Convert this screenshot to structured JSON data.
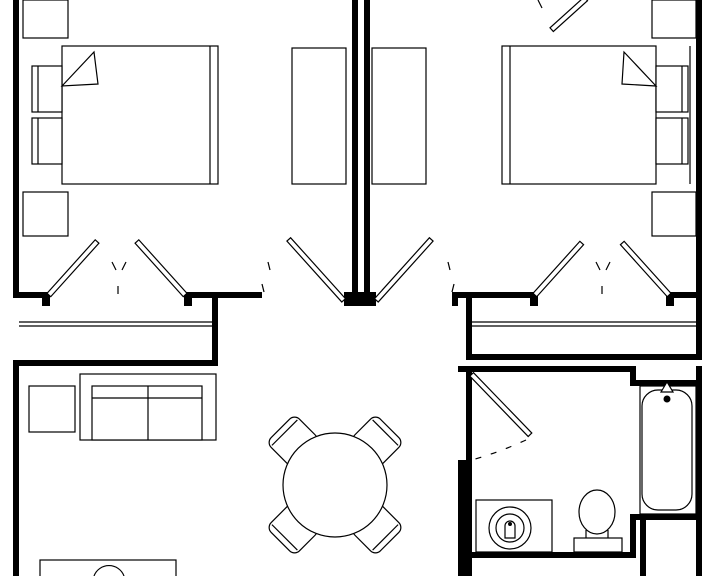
{
  "colors": {
    "line": "#000000",
    "background": "#ffffff"
  },
  "rooms": [
    {
      "name": "bedroom-left",
      "items": [
        "bed-left",
        "nightstand-left-top",
        "nightstand-left-bottom",
        "dresser-left",
        "closet-left"
      ]
    },
    {
      "name": "bedroom-right",
      "items": [
        "bed-right",
        "nightstand-right-top",
        "nightstand-right-bottom",
        "dresser-right",
        "closet-right"
      ]
    },
    {
      "name": "living-room",
      "items": [
        "sofa",
        "end-table",
        "tv-stand"
      ]
    },
    {
      "name": "dining-area",
      "items": [
        "dining-table",
        "dining-chair-nw",
        "dining-chair-ne",
        "dining-chair-sw",
        "dining-chair-se"
      ]
    },
    {
      "name": "bathroom",
      "items": [
        "bathtub",
        "toilet",
        "bathroom-sink"
      ]
    }
  ]
}
